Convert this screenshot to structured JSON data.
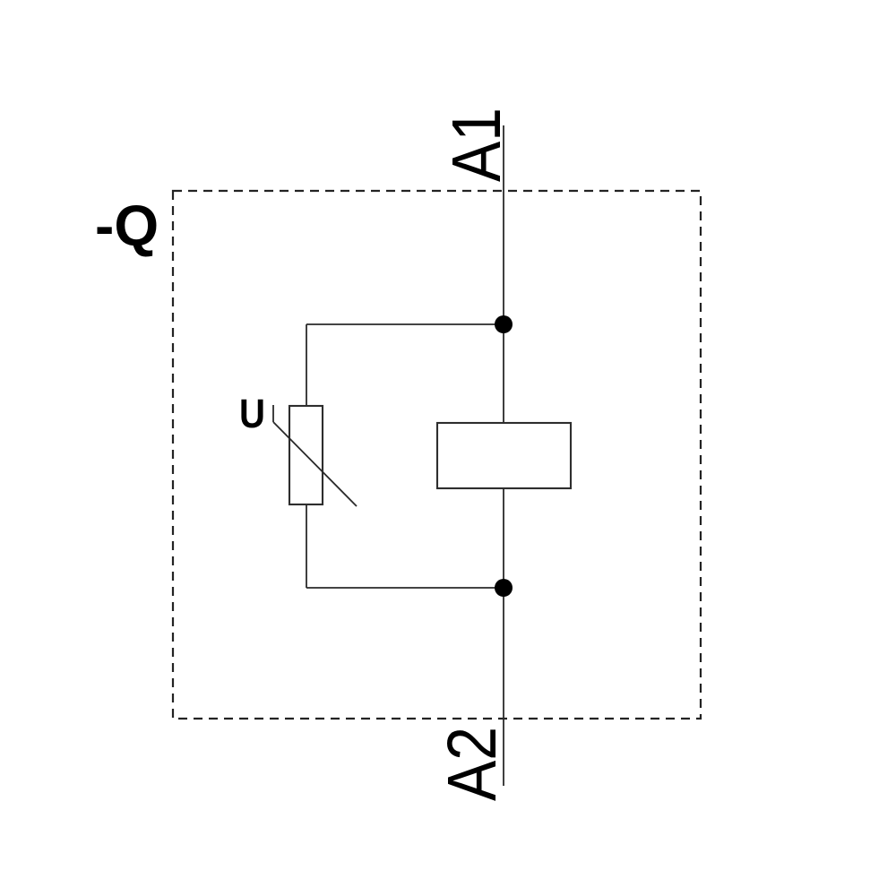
{
  "diagram": {
    "type": "electrical-schematic",
    "description": "Surge suppressor (varistor) module connected in parallel with a contactor coil between terminals A1 and A2",
    "device_label": "-Q",
    "terminals": {
      "top": "A1",
      "bottom": "A2"
    },
    "varistor_label": "U",
    "colors": {
      "line": "#2a2a2a",
      "text": "#000000",
      "background": "#ffffff"
    }
  }
}
